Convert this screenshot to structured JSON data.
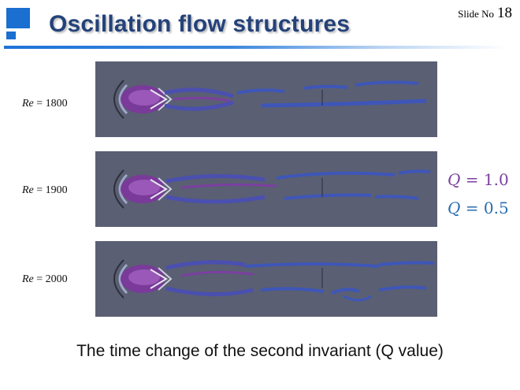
{
  "slide": {
    "title": "Oscillation flow structures",
    "slide_no_label": "Slide No",
    "slide_no": "18"
  },
  "colors": {
    "title": "#24427a",
    "accent": "#1a6fd0",
    "panel_bg": "#5a5f73",
    "q_high": "#7b3fa0",
    "q_low": "#2a6db0"
  },
  "panels": [
    {
      "re_symbol": "Re",
      "re_eq": " = ",
      "re_value": "1800"
    },
    {
      "re_symbol": "Re",
      "re_eq": " = ",
      "re_value": "1900"
    },
    {
      "re_symbol": "Re",
      "re_eq": " = ",
      "re_value": "2000"
    }
  ],
  "legend": [
    {
      "symbol": "Q",
      "eq": " = ",
      "value": "1.0"
    },
    {
      "symbol": "Q",
      "eq": " = ",
      "value": "0.5"
    }
  ],
  "caption": "The time change of the second invariant (Q value)"
}
